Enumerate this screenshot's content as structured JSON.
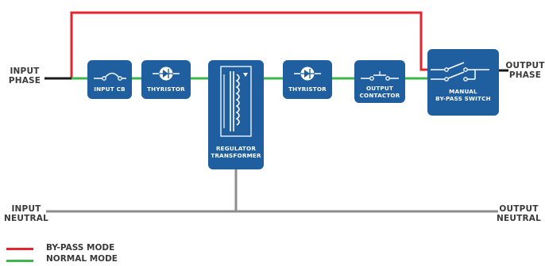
{
  "labels": {
    "input_phase": "INPUT\nPHASE",
    "output_phase": "OUTPUT\nPHASE",
    "input_neutral": "INPUT\nNEUTRAL",
    "output_neutral": "OUTPUT\nNEUTRAL"
  },
  "blocks": {
    "input_cb": "INPUT CB",
    "thyristor_1": "THYRISTOR",
    "regulator": "REGULATOR\nTRANSFORMER",
    "thyristor_2": "THYRISTOR",
    "output_contactor": "OUTPUT\nCONTACTOR",
    "manual_bypass": "MANUAL\nBY-PASS SWITCH"
  },
  "legend": [
    {
      "label": "BY-PASS MODE",
      "color": "#e3262e"
    },
    {
      "label": "NORMAL MODE",
      "color": "#3cb54a"
    }
  ],
  "colors": {
    "block": "#1f5fa0",
    "phase_wire": "#1a1a1a",
    "neutral_wire": "#8c8c8c",
    "bypass": "#e3262e",
    "normal": "#3cb54a"
  }
}
